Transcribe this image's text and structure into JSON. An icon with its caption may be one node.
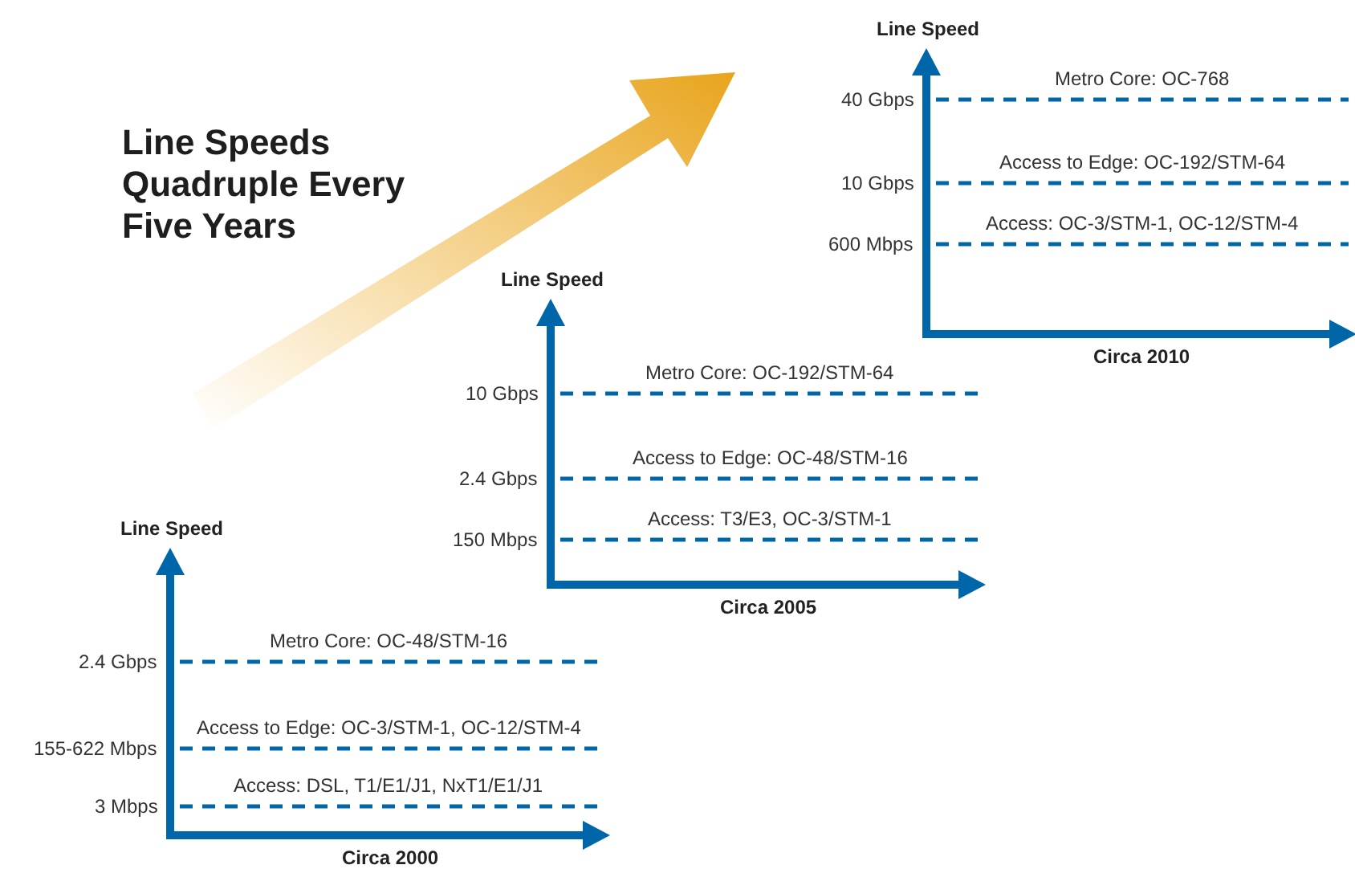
{
  "diagram": {
    "title": "Line Speeds Quadruple Every Five Years",
    "labels": [
      "Line Speed",
      "40 Gbps",
      "Metro Core: OC-768",
      "10 Gbps",
      "Access to Edge: OC-192/STM-64",
      "600 Mbps",
      "Access: OC-3/STM-1, OC-12/STM-4",
      "Circa 2010",
      "Line Speed",
      "10 Gbps",
      "Metro Core: OC-192/STM-64",
      "2.4 Gbps",
      "Access to Edge: OC-48/STM-16",
      "150 Mbps",
      "Access: T3/E3, OC-3/STM-1",
      "Circa 2005",
      "Line Speed",
      "2.4 Gbps",
      "Metro Core: OC-48/STM-16",
      "155-622 Mbps",
      "Access to Edge: OC-3/STM-1, OC-12/STM-4",
      "3 Mbps",
      "Access: DSL, T1/E1/J1, NxT1/E1/J1",
      "Circa 2000"
    ]
  }
}
